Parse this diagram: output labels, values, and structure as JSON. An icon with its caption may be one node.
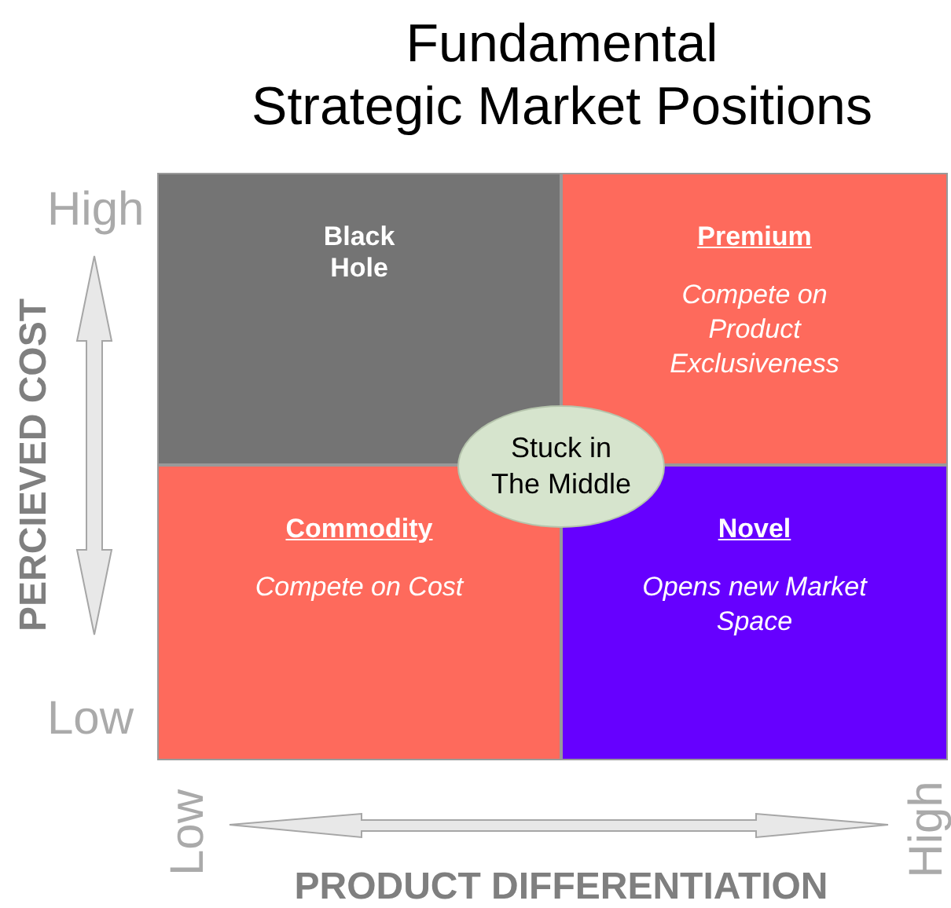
{
  "diagram": {
    "title": "Fundamental Strategic Market Positions",
    "nodes": [
      {
        "text": [
          "Black Hole"
        ]
      },
      {
        "text": [
          "Premium",
          "Compete on Product Exclusiveness"
        ]
      },
      {
        "text": [
          "Commodity",
          "Compete on Cost"
        ]
      },
      {
        "text": [
          "Novel",
          "Opens new Market Space"
        ]
      },
      {
        "text": [
          "Stuck in The Middle"
        ]
      }
    ],
    "labels": [
      "High",
      "PERCIEVED COST",
      "Low",
      "Low",
      "High",
      "PRODUCT DIFFERENTIATION"
    ]
  }
}
